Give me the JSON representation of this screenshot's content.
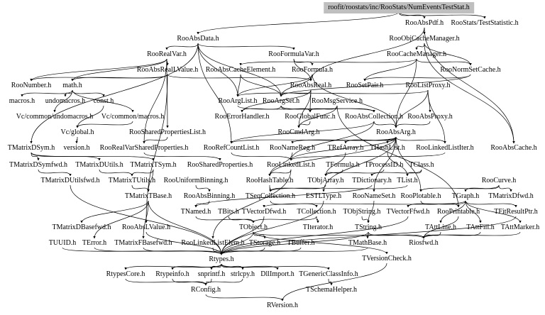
{
  "nodes": [
    {
      "label": "roofit/roostats/inc/RooStats/NumEventsTestStat.h"
    },
    {
      "label": "RooAbsPdf.h"
    },
    {
      "label": "RooStats/TestStatistic.h"
    },
    {
      "label": "RooObjCacheManager.h"
    },
    {
      "label": "RooAbsData.h"
    },
    {
      "label": "RooRealVar.h"
    },
    {
      "label": "RooFormulaVar.h"
    },
    {
      "label": "RooCacheManager.h"
    },
    {
      "label": "RooAbsRealLValue.h"
    },
    {
      "label": "RooAbsCacheElement.h"
    },
    {
      "label": "RooFormula.h"
    },
    {
      "label": "RooNormSetCache.h"
    },
    {
      "label": "RooNumber.h"
    },
    {
      "label": "math.h"
    },
    {
      "label": "RooAbsReal.h"
    },
    {
      "label": "RooSetPair.h"
    },
    {
      "label": "RooListProxy.h"
    },
    {
      "label": "macros.h"
    },
    {
      "label": "undomacros.h"
    },
    {
      "label": "const.h"
    },
    {
      "label": "RooArgList.h"
    },
    {
      "label": "RooArgSet.h"
    },
    {
      "label": "RooMsgService.h"
    },
    {
      "label": "Vc/common/undomacros.h"
    },
    {
      "label": "Vc/common/macros.h"
    },
    {
      "label": "RooErrorHandler.h"
    },
    {
      "label": "RooGlobalFunc.h"
    },
    {
      "label": "RooAbsCollection.h"
    },
    {
      "label": "RooAbsProxy.h"
    },
    {
      "label": "Vc/global.h"
    },
    {
      "label": "RooSharedPropertiesList.h"
    },
    {
      "label": "RooCmdArg.h"
    },
    {
      "label": "RooAbsArg.h"
    },
    {
      "label": "TMatrixDSym.h"
    },
    {
      "label": "version.h"
    },
    {
      "label": "RooRealVarSharedProperties.h"
    },
    {
      "label": "RooRefCountList.h"
    },
    {
      "label": "RooNameReg.h"
    },
    {
      "label": "TRefArray.h"
    },
    {
      "label": "THashList.h"
    },
    {
      "label": "RooLinkedListIter.h"
    },
    {
      "label": "RooAbsCache.h"
    },
    {
      "label": "TMatrixDSymfwd.h"
    },
    {
      "label": "TMatrixDUtils.h"
    },
    {
      "label": "TMatrixTSym.h"
    },
    {
      "label": "RooSharedProperties.h"
    },
    {
      "label": "RooLinkedList.h"
    },
    {
      "label": "TFormula.h"
    },
    {
      "label": "TProcessID.h"
    },
    {
      "label": "TClass.h"
    },
    {
      "label": "TMatrixDUtilsfwd.h"
    },
    {
      "label": "TMatrixTUtils.h"
    },
    {
      "label": "RooUniformBinning.h"
    },
    {
      "label": "RooHashTable.h"
    },
    {
      "label": "TObjArray.h"
    },
    {
      "label": "TDictionary.h"
    },
    {
      "label": "TList.h"
    },
    {
      "label": "RooCurve.h"
    },
    {
      "label": "TMatrixTBase.h"
    },
    {
      "label": "RooAbsBinning.h"
    },
    {
      "label": "TSeqCollection.h"
    },
    {
      "label": "ESTLType.h"
    },
    {
      "label": "RooNameSet.h"
    },
    {
      "label": "RooPlotable.h"
    },
    {
      "label": "TGraph.h"
    },
    {
      "label": "TMatrixDfwd.h"
    },
    {
      "label": "TNamed.h"
    },
    {
      "label": "TBits.h"
    },
    {
      "label": "TVectorDfwd.h"
    },
    {
      "label": "TCollection.h"
    },
    {
      "label": "TObjString.h"
    },
    {
      "label": "TVectorFfwd.h"
    },
    {
      "label": "RooPrintable.h"
    },
    {
      "label": "TFitResultPtr.h"
    },
    {
      "label": "TObject.h"
    },
    {
      "label": "TIterator.h"
    },
    {
      "label": "TString.h"
    },
    {
      "label": "TAttLine.h"
    },
    {
      "label": "TAttFill.h"
    },
    {
      "label": "TAttMarker.h"
    },
    {
      "label": "TMatrixDBasefwd.h"
    },
    {
      "label": "RooAbsLValue.h"
    },
    {
      "label": "TUUID.h"
    },
    {
      "label": "TError.h"
    },
    {
      "label": "TMatrixFBasefwd.h"
    },
    {
      "label": "RooLinkedListElem.h"
    },
    {
      "label": "TStorage.h"
    },
    {
      "label": "TBuffer.h"
    },
    {
      "label": "TMathBase.h"
    },
    {
      "label": "Riosfwd.h"
    },
    {
      "label": "Rtypes.h"
    },
    {
      "label": "TVersionCheck.h"
    },
    {
      "label": "RtypesCore.h"
    },
    {
      "label": "Rtypeinfo.h"
    },
    {
      "label": "snprintf.h"
    },
    {
      "label": "strlcpy.h"
    },
    {
      "label": "DllImport.h"
    },
    {
      "label": "TGenericClassInfo.h"
    },
    {
      "label": "RConfig.h"
    },
    {
      "label": "TSchemaHelper.h"
    },
    {
      "label": "RVersion.h"
    }
  ],
  "edges": [
    [
      0,
      1
    ],
    [
      0,
      2
    ],
    [
      0,
      4
    ],
    [
      1,
      3
    ],
    [
      1,
      41
    ],
    [
      1,
      14
    ],
    [
      3,
      7
    ],
    [
      3,
      11
    ],
    [
      3,
      41
    ],
    [
      4,
      5
    ],
    [
      4,
      6
    ],
    [
      4,
      20
    ],
    [
      4,
      21
    ],
    [
      4,
      36
    ],
    [
      4,
      33
    ],
    [
      5,
      8
    ],
    [
      5,
      30
    ],
    [
      5,
      35
    ],
    [
      5,
      12
    ],
    [
      5,
      13
    ],
    [
      8,
      14
    ],
    [
      8,
      81
    ],
    [
      8,
      12
    ],
    [
      8,
      13
    ],
    [
      6,
      14
    ],
    [
      6,
      10
    ],
    [
      7,
      9
    ],
    [
      7,
      11
    ],
    [
      7,
      15
    ],
    [
      7,
      32
    ],
    [
      9,
      21
    ],
    [
      9,
      20
    ],
    [
      10,
      21
    ],
    [
      10,
      20
    ],
    [
      10,
      32
    ],
    [
      11,
      21
    ],
    [
      11,
      15
    ],
    [
      13,
      17
    ],
    [
      13,
      18
    ],
    [
      13,
      19
    ],
    [
      13,
      23
    ],
    [
      13,
      24
    ],
    [
      19,
      29
    ],
    [
      24,
      29
    ],
    [
      29,
      34
    ],
    [
      14,
      26
    ],
    [
      14,
      31
    ],
    [
      14,
      21
    ],
    [
      14,
      25
    ],
    [
      16,
      28
    ],
    [
      16,
      20
    ],
    [
      16,
      40
    ],
    [
      16,
      32
    ],
    [
      21,
      26
    ],
    [
      21,
      27
    ],
    [
      21,
      25
    ],
    [
      20,
      27
    ],
    [
      22,
      31
    ],
    [
      22,
      26
    ],
    [
      22,
      72
    ],
    [
      26,
      31
    ],
    [
      27,
      32
    ],
    [
      27,
      46
    ],
    [
      27,
      36
    ],
    [
      28,
      32
    ],
    [
      32,
      36
    ],
    [
      32,
      37
    ],
    [
      32,
      38
    ],
    [
      32,
      39
    ],
    [
      32,
      40
    ],
    [
      32,
      62
    ],
    [
      32,
      63
    ],
    [
      32,
      46
    ],
    [
      32,
      53
    ],
    [
      32,
      61
    ],
    [
      36,
      46
    ],
    [
      37,
      53
    ],
    [
      38,
      54
    ],
    [
      39,
      56
    ],
    [
      40,
      46
    ],
    [
      46,
      53
    ],
    [
      46,
      85
    ],
    [
      47,
      54
    ],
    [
      48,
      54
    ],
    [
      49,
      55
    ],
    [
      49,
      56
    ],
    [
      53,
      60
    ],
    [
      54,
      60
    ],
    [
      55,
      66
    ],
    [
      56,
      60
    ],
    [
      57,
      64
    ],
    [
      57,
      65
    ],
    [
      57,
      63
    ],
    [
      60,
      69
    ],
    [
      61,
      90
    ],
    [
      62,
      76
    ],
    [
      63,
      72
    ],
    [
      64,
      68
    ],
    [
      64,
      71
    ],
    [
      64,
      73
    ],
    [
      64,
      77
    ],
    [
      64,
      78
    ],
    [
      64,
      79
    ],
    [
      66,
      74
    ],
    [
      67,
      74
    ],
    [
      69,
      74
    ],
    [
      69,
      75
    ],
    [
      70,
      76
    ],
    [
      72,
      89
    ],
    [
      73,
      90
    ],
    [
      74,
      86
    ],
    [
      74,
      89
    ],
    [
      74,
      90
    ],
    [
      74,
      91
    ],
    [
      76,
      88
    ],
    [
      76,
      89
    ],
    [
      76,
      90
    ],
    [
      77,
      89
    ],
    [
      78,
      89
    ],
    [
      79,
      89
    ],
    [
      86,
      90
    ],
    [
      87,
      90
    ],
    [
      88,
      90
    ],
    [
      33,
      42
    ],
    [
      33,
      44
    ],
    [
      33,
      43
    ],
    [
      42,
      50
    ],
    [
      43,
      51
    ],
    [
      44,
      58
    ],
    [
      44,
      51
    ],
    [
      51,
      58
    ],
    [
      58,
      80
    ],
    [
      58,
      84
    ],
    [
      58,
      83
    ],
    [
      58,
      90
    ],
    [
      52,
      59
    ],
    [
      59,
      66
    ],
    [
      30,
      35
    ],
    [
      35,
      45
    ],
    [
      82,
      90
    ],
    [
      83,
      90
    ],
    [
      84,
      90
    ],
    [
      85,
      90
    ],
    [
      90,
      92
    ],
    [
      90,
      93
    ],
    [
      90,
      94
    ],
    [
      90,
      95
    ],
    [
      90,
      96
    ],
    [
      90,
      97
    ],
    [
      92,
      98
    ],
    [
      93,
      98
    ],
    [
      94,
      98
    ],
    [
      95,
      98
    ],
    [
      97,
      99
    ],
    [
      98,
      100
    ],
    [
      91,
      100
    ],
    [
      68,
      90
    ],
    [
      71,
      90
    ],
    [
      81,
      90
    ],
    [
      50,
      90
    ]
  ],
  "colors": {
    "root_fill": "#bfbfbf",
    "edge": "#000000",
    "text": "#000000"
  }
}
